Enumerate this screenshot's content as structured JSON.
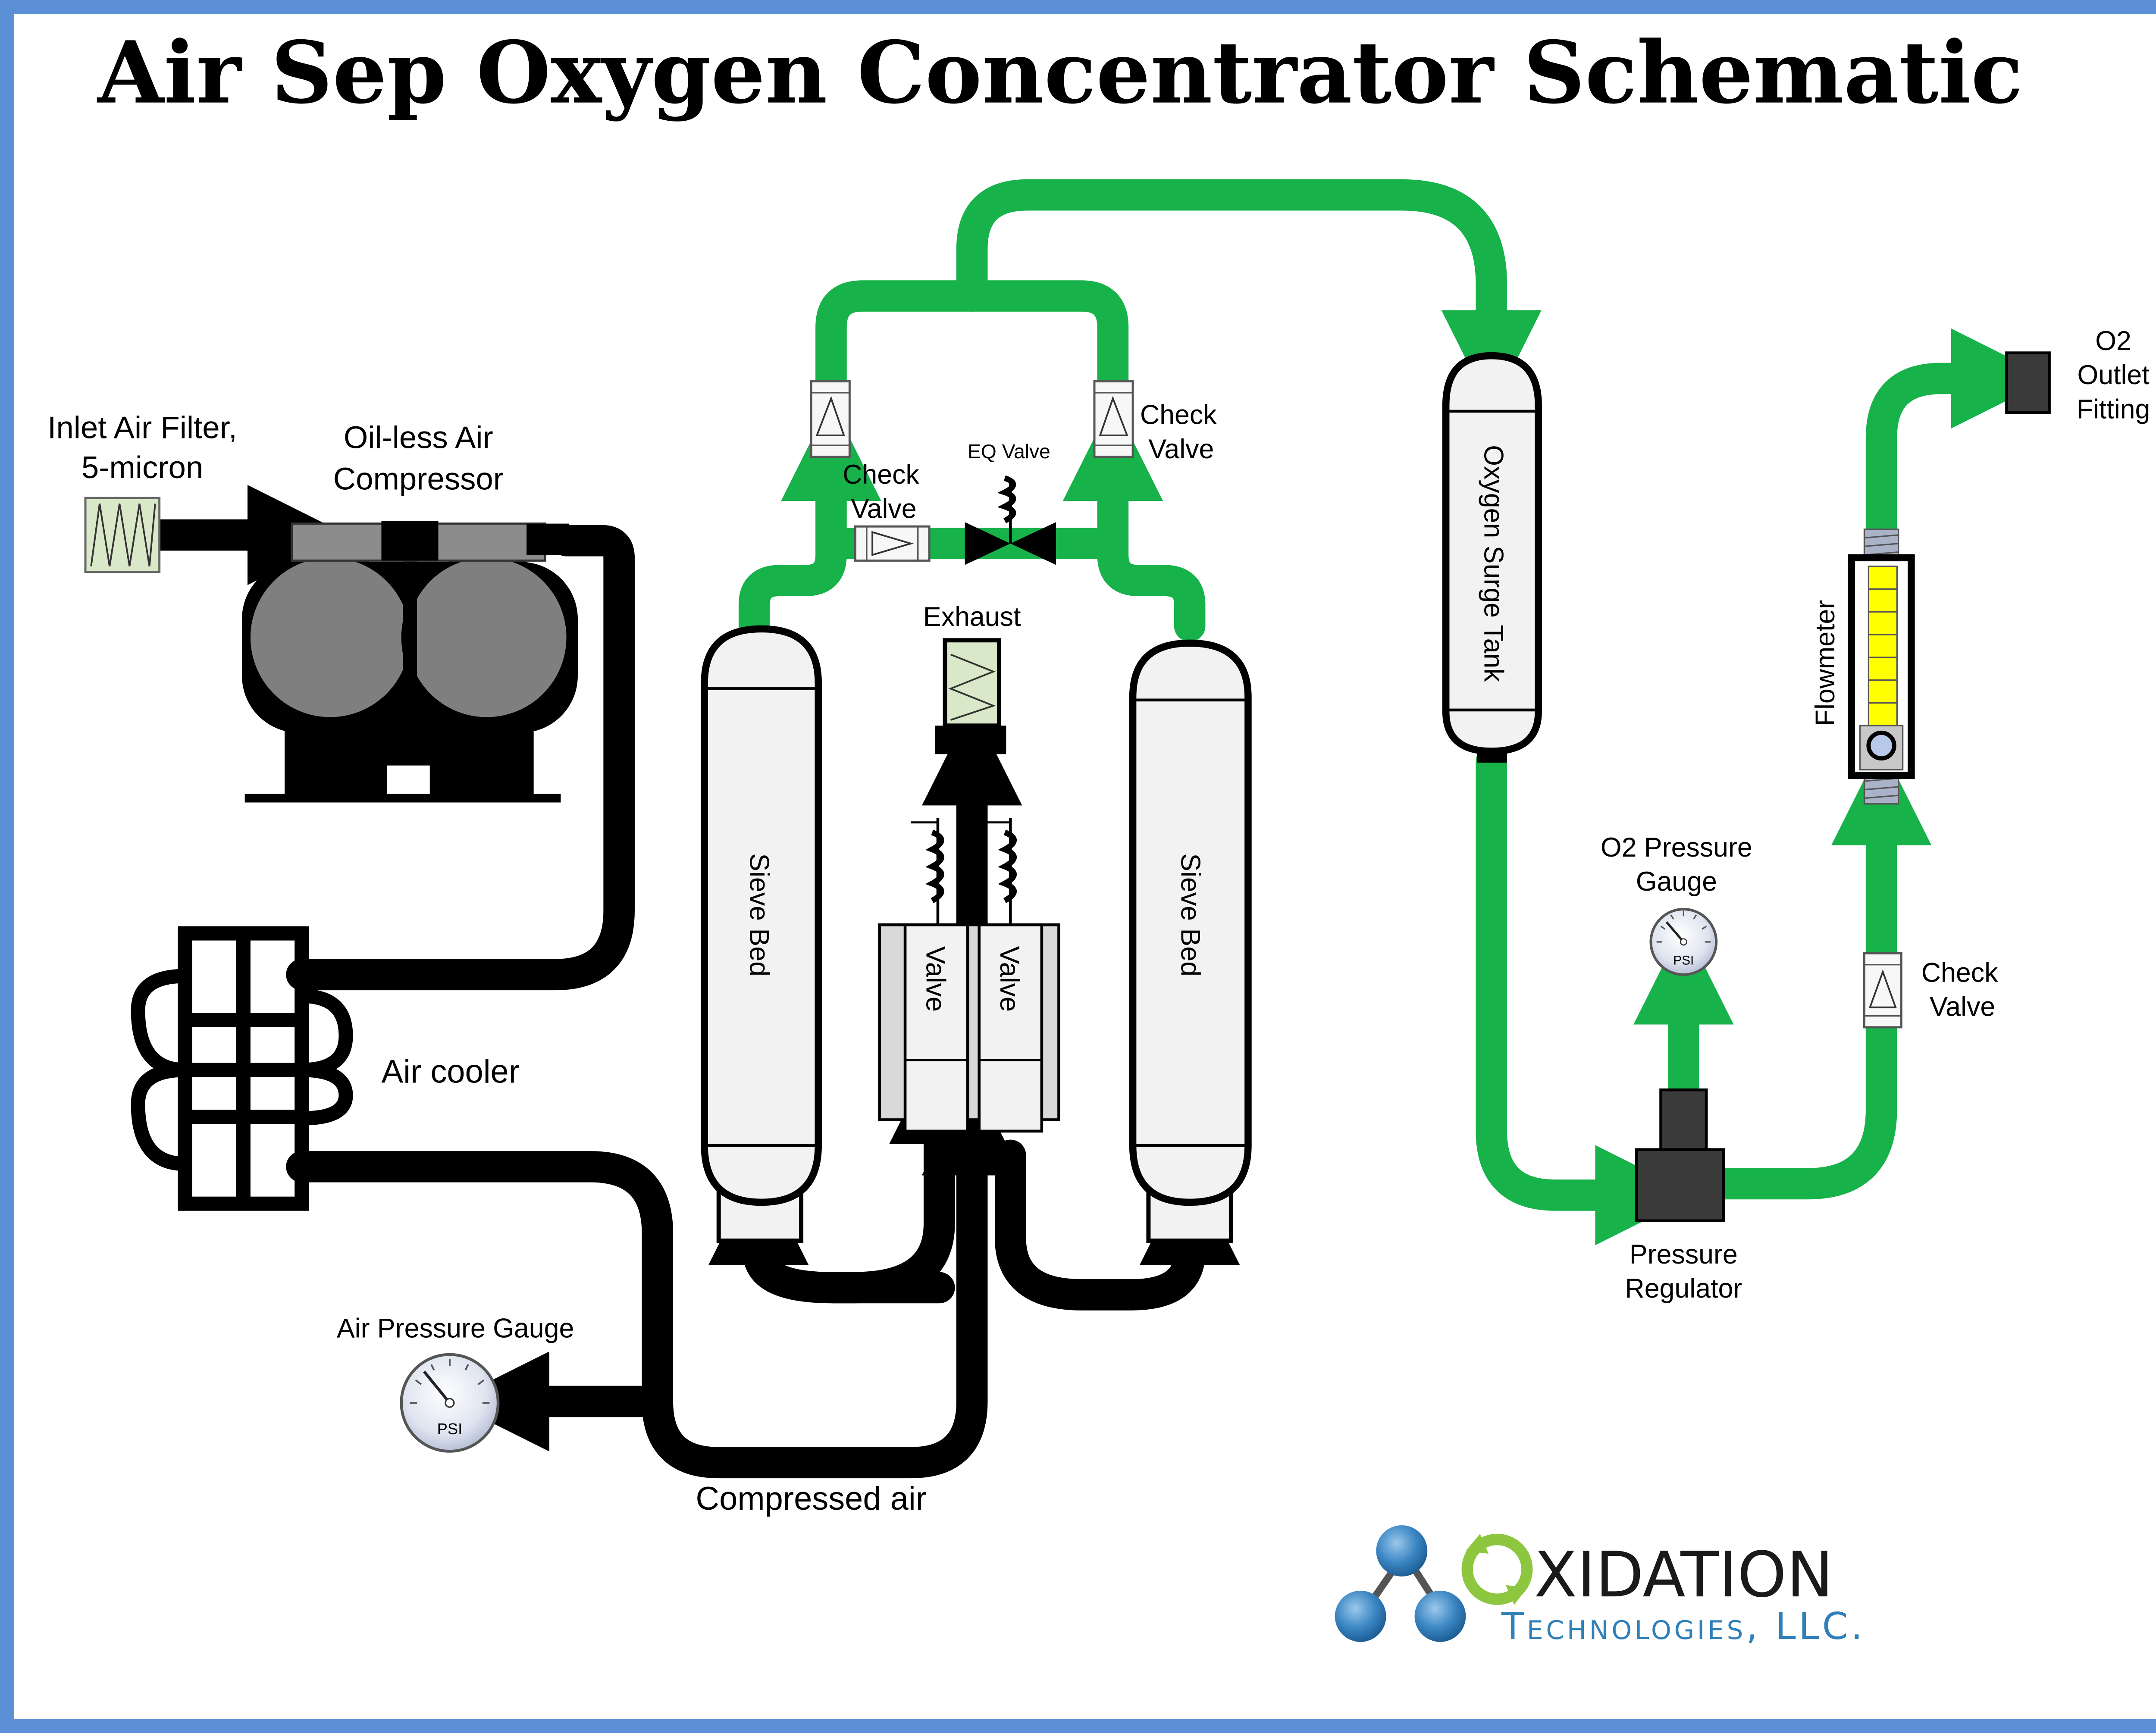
{
  "title": "Air Sep Oxygen Concentrator Schematic",
  "labels": {
    "inlet_filter_line1": "Inlet Air Filter,",
    "inlet_filter_line2": "5-micron",
    "compressor_line1": "Oil-less Air",
    "compressor_line2": "Compressor",
    "air_cooler": "Air cooler",
    "air_pressure_gauge": "Air Pressure Gauge",
    "compressed_air": "Compressed air",
    "sieve_bed_left": "Sieve Bed",
    "sieve_bed_right": "Sieve Bed",
    "valve_left": "Valve",
    "valve_right": "Valve",
    "exhaust": "Exhaust",
    "check_valve_left_line1": "Check",
    "check_valve_left_line2": "Valve",
    "check_valve_right_line1": "Check",
    "check_valve_right_line2": "Valve",
    "eq_valve": "EQ Valve",
    "oxygen_surge_tank": "Oxygen Surge Tank",
    "o2_pressure_gauge_line1": "O2 Pressure",
    "o2_pressure_gauge_line2": "Gauge",
    "pressure_regulator_line1": "Pressure",
    "pressure_regulator_line2": "Regulator",
    "check_valve_outlet_line1": "Check",
    "check_valve_outlet_line2": "Valve",
    "flowmeter": "Flowmeter",
    "o2_outlet_line1": "O2",
    "o2_outlet_line2": "Outlet",
    "o2_outlet_line3": "Fitting",
    "gauge_unit_air": "PSI",
    "gauge_unit_o2": "PSI"
  },
  "logo": {
    "name_rest": "XIDATION",
    "sub": "Technologies, LLC."
  },
  "colors": {
    "border": "#5b8fd6",
    "oxygen_line": "#18b24b",
    "air_line": "#000000",
    "logo_blue": "#2f7fb8",
    "logo_green": "#8dc63f",
    "logo_text": "#1a1a1a"
  }
}
